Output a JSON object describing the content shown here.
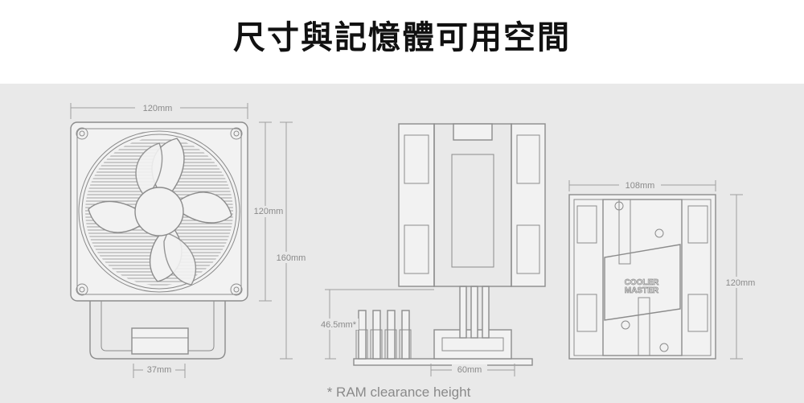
{
  "title": "尺寸與記憶體可用空間",
  "dimensions": {
    "front_fan_width": "120mm",
    "front_fan_height": "120mm",
    "total_height": "160mm",
    "heatpipe_offset": "37mm",
    "ram_clearance": "46.5mm*",
    "side_depth": "60mm",
    "top_depth": "108mm",
    "top_fan_width": "120mm"
  },
  "logo_text": [
    "COOLER",
    "MASTER"
  ],
  "footnote": "* RAM clearance height"
}
